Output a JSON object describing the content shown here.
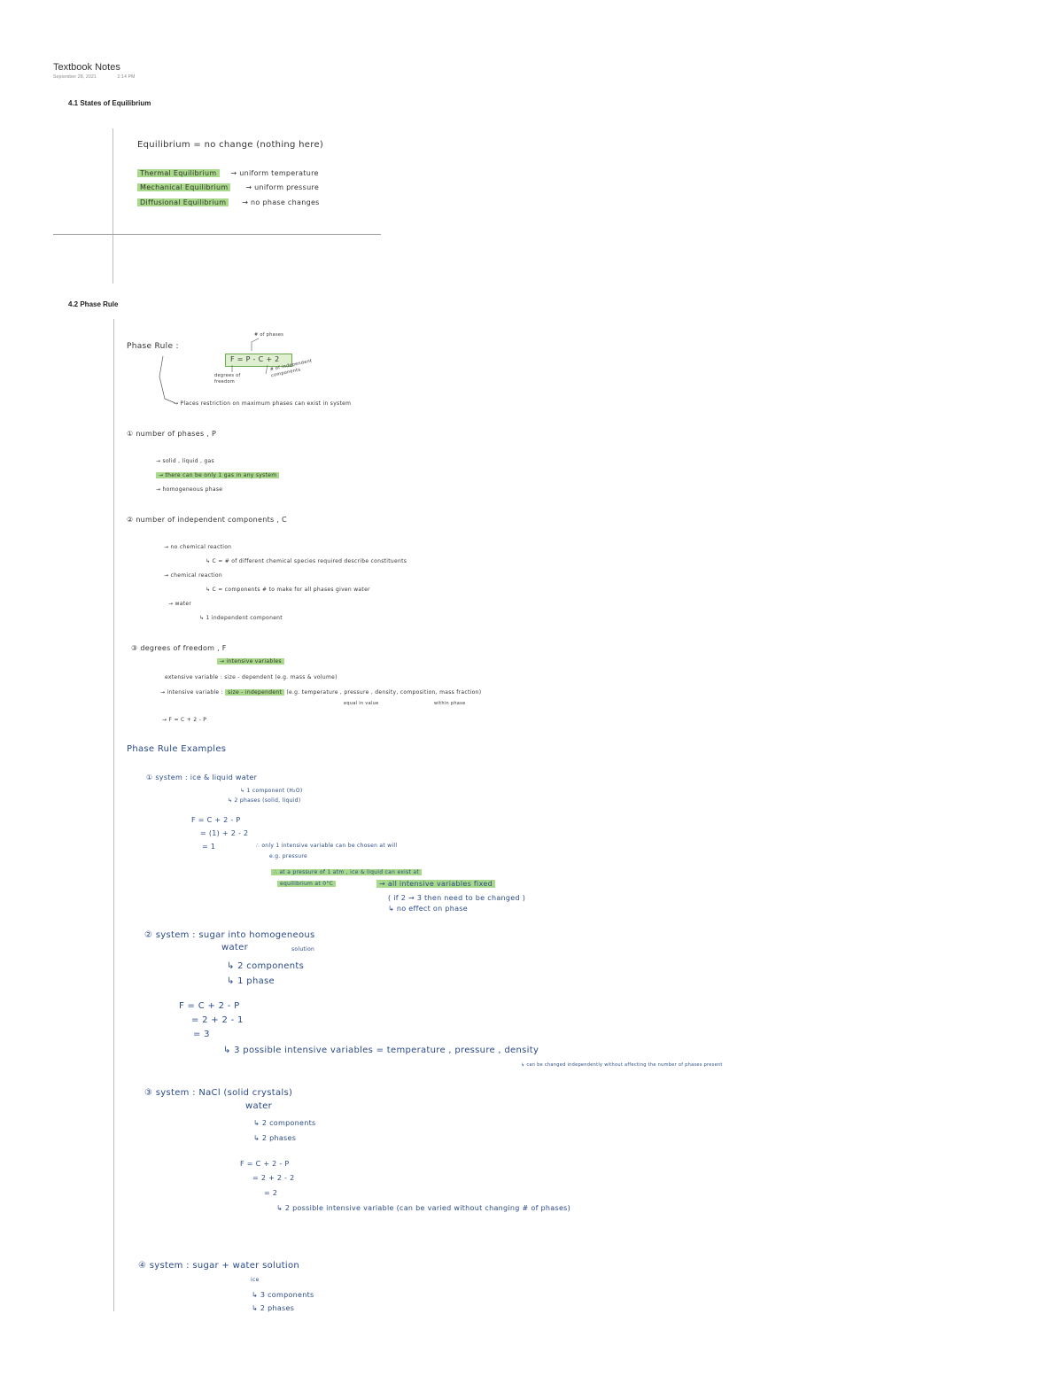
{
  "header": {
    "title": "Textbook Notes",
    "date": "September 28, 2021",
    "time": "2:14 PM"
  },
  "section_1": {
    "heading": "4.1 States of Equilibrium",
    "equilibrium_def": "Equilibrium = no change (nothing here)",
    "items": [
      {
        "term": "Thermal Equilibrium",
        "desc": "→ uniform temperature"
      },
      {
        "term": "Mechanical Equilibrium",
        "desc": "→ uniform pressure"
      },
      {
        "term": "Diffusional Equilibrium",
        "desc": "→ no phase changes"
      }
    ]
  },
  "section_2": {
    "heading": "4.2 Phase Rule",
    "phase_rule_label": "Phase Rule :",
    "formula": "F = P - C + 2",
    "ann_num_phases": "# of phases",
    "ann_degrees": "degrees of freedom",
    "ann_components": "# of independent components",
    "phase_rule_note": "→ Places restriction on maximum phases can exist in system",
    "p1": {
      "title": "① number of phases , P",
      "lines": [
        "→ solid , liquid , gas",
        "→ there can be only 1 gas in any system",
        "→ homogeneous phase"
      ],
      "highlight_index": 1
    },
    "p2": {
      "title": "② number of independent components , C",
      "lines": [
        "→ no chemical reaction",
        "↳ C = # of different chemical species required describe constituents",
        "→ chemical reaction",
        "↳ C = components # to make for all phases given water",
        "→ water",
        "↳ 1 independent component"
      ]
    },
    "p3": {
      "title": "③ degrees of freedom , F",
      "highlight": "→ intensive variables",
      "extensive": "extensive variable : size - dependent (e.g. mass & volume)",
      "intensive_label": "→ intensive variable :",
      "intensive_hl": "size - independent",
      "intensive_rest": "(e.g. temperature , pressure , density, composition, mass fraction)",
      "sub1": "equal in value",
      "sub2": "within phase",
      "formula2": "→ F = C + 2 - P"
    }
  },
  "examples": {
    "heading": "Phase Rule Examples",
    "ex1": {
      "title": "① system : ice & liquid water",
      "lines": [
        "↳ 1 component (H₂O)",
        "↳ 2 phases (solid, liquid)"
      ],
      "calc": [
        "F = C + 2 - P",
        "= (1) + 2 - 2",
        "= 1"
      ],
      "note1": "∴ only 1 intensive variable can be chosen at will",
      "note2": "e.g. pressure",
      "hl1": "∴ at a pressure of 1 atm , ice & liquid can exist at",
      "hl2": "equilibrium at 0°C",
      "note3": "→ all intensive variables fixed",
      "note4": "( if 2 → 3 then need to be changed )",
      "note5": "↳ no effect on phase"
    },
    "ex2": {
      "title": "② system : sugar into homogeneous",
      "title2": "water",
      "title3": "solution",
      "lines": [
        "↳ 2 components",
        "↳ 1 phase"
      ],
      "calc": [
        "F = C + 2 - P",
        "= 2 + 2 - 1",
        "= 3"
      ],
      "note": "↳ 3 possible intensive variables = temperature , pressure , density",
      "note_small": "↳ can be changed independently without affecting the number of phases present"
    },
    "ex3": {
      "title": "③ system : NaCl (solid crystals)",
      "title2": "water",
      "lines": [
        "↳ 2 components",
        "↳ 2 phases"
      ],
      "calc": [
        "F = C + 2 - P",
        "= 2 + 2 - 2",
        "= 2"
      ],
      "note": "↳ 2 possible intensive variable (can be varied without changing # of phases)"
    },
    "ex4": {
      "title": "④ system : sugar + water solution",
      "title2": "ice",
      "lines": [
        "↳ 3 components",
        "↳ 2 phases"
      ]
    }
  }
}
